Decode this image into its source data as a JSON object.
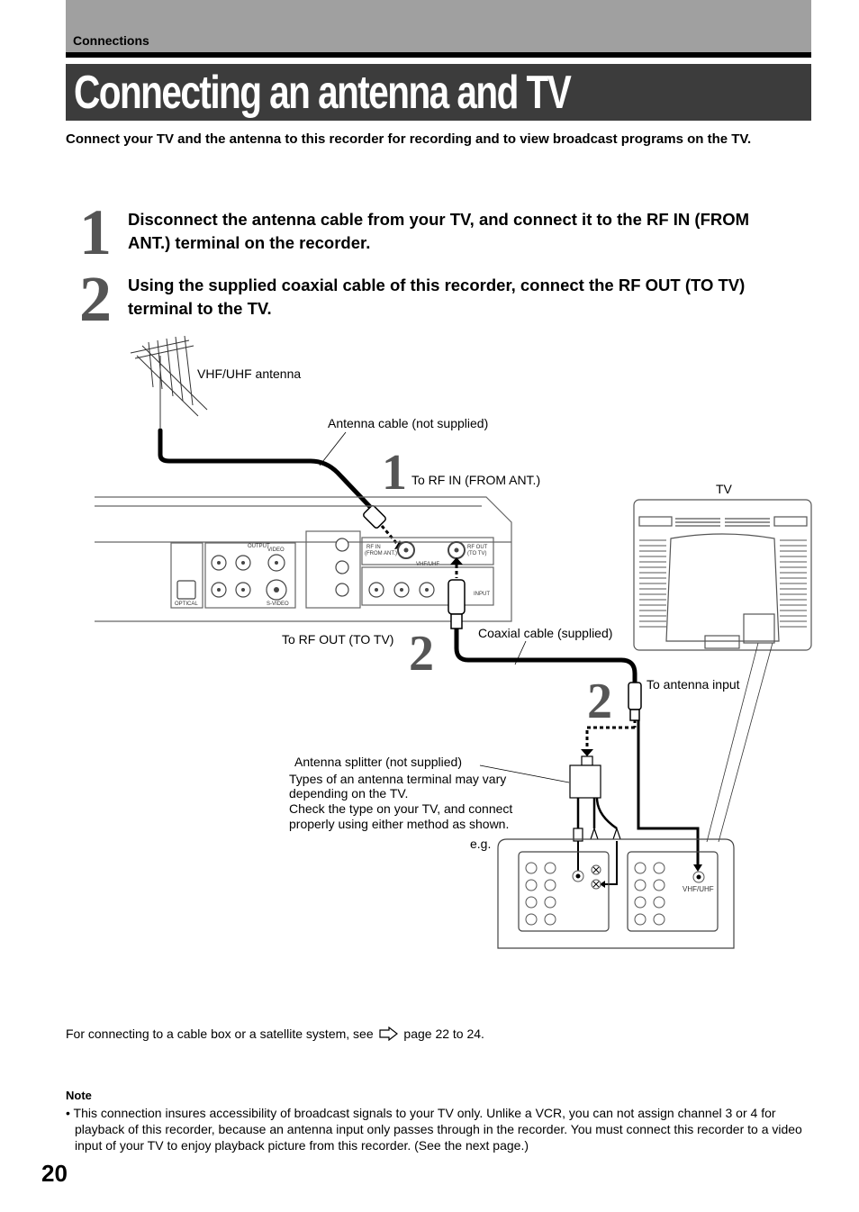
{
  "header": {
    "section": "Connections",
    "title": "Connecting an antenna and TV"
  },
  "intro": "Connect your TV and the antenna to this recorder for recording and to view broadcast programs on the TV.",
  "steps": [
    {
      "number": "1",
      "text": "Disconnect the antenna cable from your TV, and connect it to the RF IN (FROM ANT.) terminal on the recorder."
    },
    {
      "number": "2",
      "text": "Using the supplied coaxial cable of this recorder, connect the RF OUT (TO TV) terminal to the TV."
    }
  ],
  "diagram": {
    "antenna": "VHF/UHF antenna",
    "antenna_cable": "Antenna cable (not supplied)",
    "rf_in": "To RF IN (FROM ANT.)",
    "tv": "TV",
    "rf_out": "To RF OUT (TO TV)",
    "coax": "Coaxial cable (supplied)",
    "antenna_input": "To antenna input",
    "splitter": "Antenna splitter (not supplied)",
    "splitter_note": [
      "Types of an antenna terminal may vary",
      "depending on the TV.",
      "Check the type on your TV, and connect",
      "properly using either method as shown."
    ],
    "eg": "e.g.",
    "vhf_uhf": "VHF/UHF",
    "callout_1": "1",
    "callout_2a": "2",
    "callout_2b": "2",
    "panel": {
      "rf_in": "RF IN",
      "from_ant": "(FROM ANT.)",
      "rf_out": "RF OUT",
      "to_tv": "(TO TV)",
      "vhf_uhf": "VHF/UHF",
      "optical": "OPTICAL",
      "output": "OUTPUT",
      "video": "VIDEO",
      "svideo": "S-VIDEO",
      "input": "INPUT"
    }
  },
  "footnote": {
    "text": "For connecting to a cable box or a satellite system, see",
    "ref": "page 22 to 24."
  },
  "note": {
    "heading": "Note",
    "body": "• This connection insures accessibility of broadcast signals to your TV only. Unlike a VCR, you can not assign channel 3 or 4 for playback of this recorder, because an antenna input only passes through in the recorder. You must connect this recorder to a video input of your TV to enjoy playback picture from this recorder. (See the next page.)"
  },
  "page_number": "20"
}
